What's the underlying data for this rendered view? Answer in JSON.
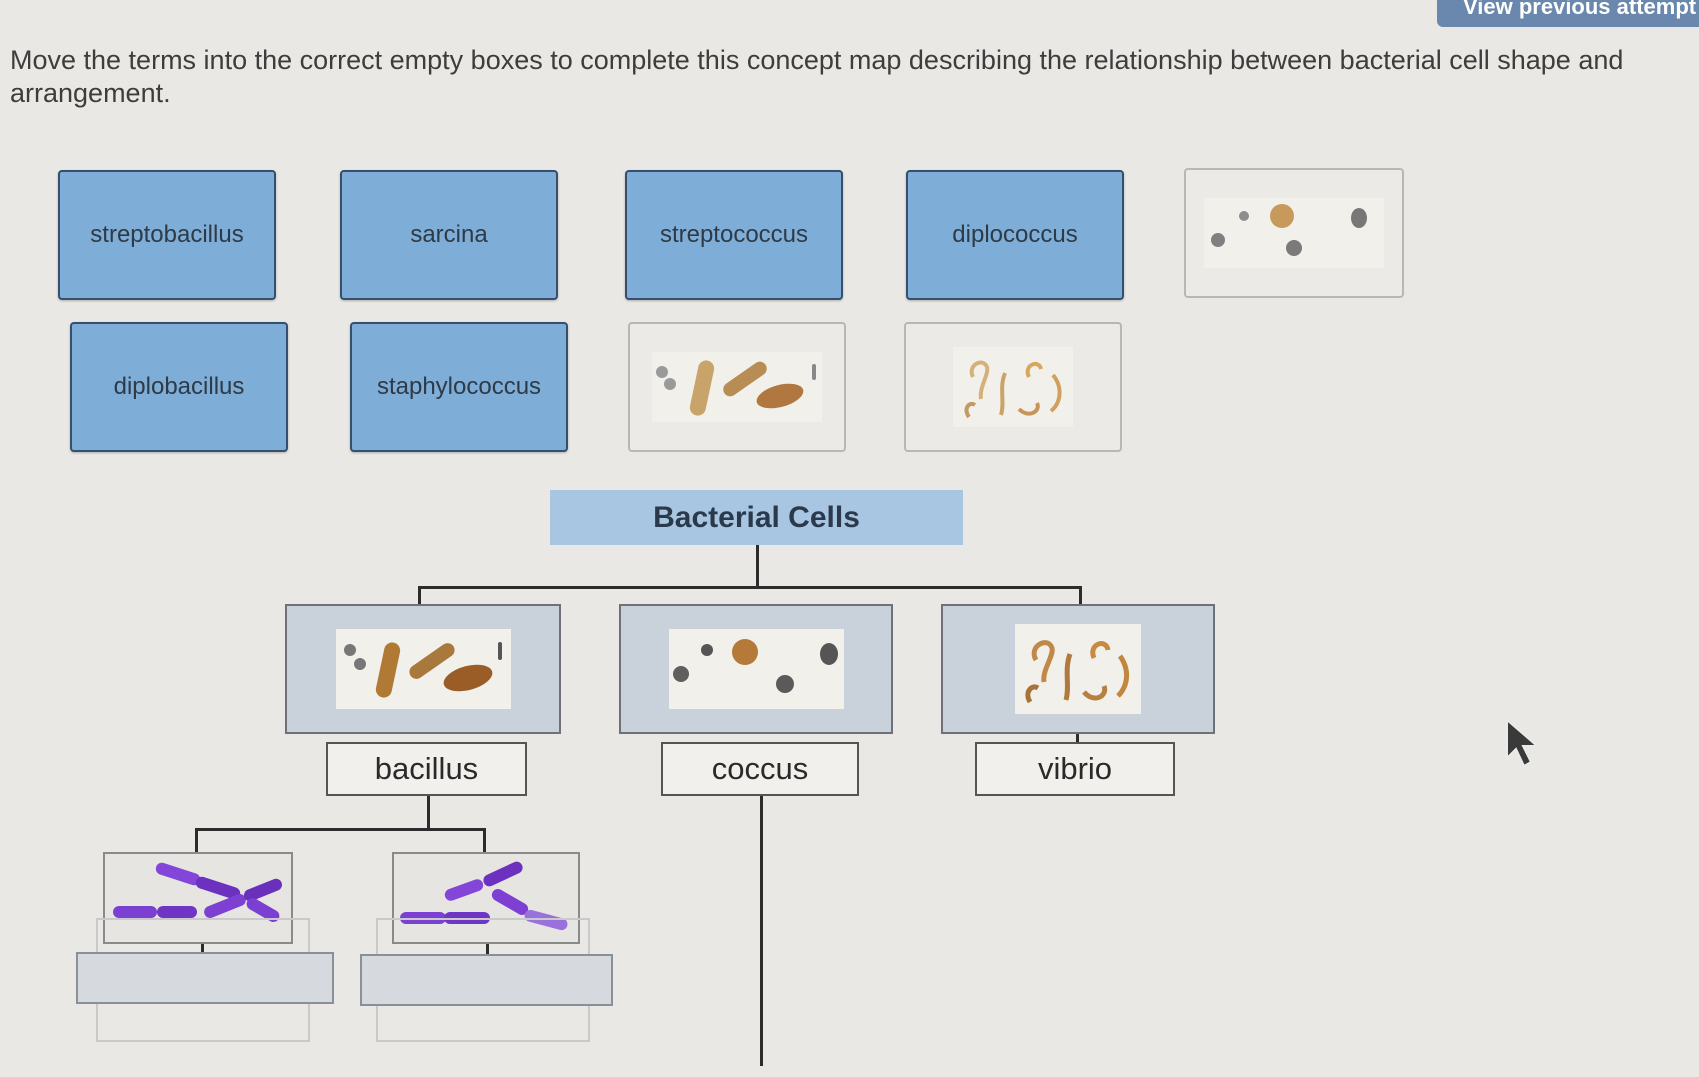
{
  "header": {
    "button_label": "View previous attempt"
  },
  "instructions": "Move the terms into the correct empty boxes to complete this concept map describing the relationship between bacterial cell shape and arrangement.",
  "term_bank": {
    "row1": [
      "streptobacillus",
      "sarcina",
      "streptococcus",
      "diplococcus"
    ],
    "row2": [
      "diplobacillus",
      "staphylococcus"
    ]
  },
  "image_tiles": [
    "coccus-cells-image",
    "bacillus-cells-image",
    "vibrio-cells-image"
  ],
  "concept_map": {
    "title": "Bacterial Cells",
    "shapes": [
      {
        "label": "bacillus",
        "image": "bacillus-cells-image"
      },
      {
        "label": "coccus",
        "image": "coccus-cells-image"
      },
      {
        "label": "vibrio",
        "image": "vibrio-cells-image"
      }
    ],
    "bacillus_arrangements": [
      "diplobacillus-image",
      "streptobacillus-image"
    ]
  },
  "colors": {
    "term_tile": "#7eaed8",
    "map_title": "#a8c6e2",
    "shape_box": "#c9d2da",
    "rod_purple": "#7b3fd1"
  },
  "cursor": "arrow-cursor-icon"
}
